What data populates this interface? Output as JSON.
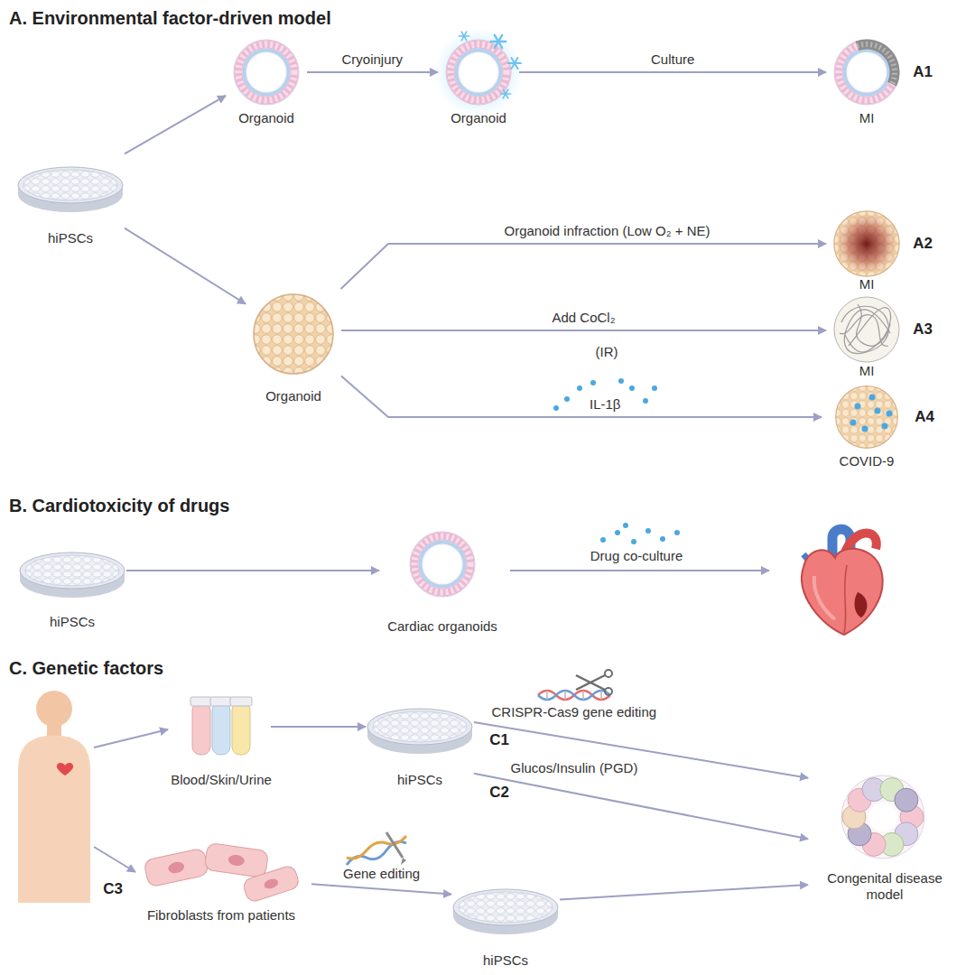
{
  "diagram": {
    "nodes": [
      {
        "text": [
          "hiPSCs"
        ]
      },
      {
        "text": [
          "Organoid"
        ]
      },
      {
        "text": [
          "Organoid"
        ]
      },
      {
        "text": [
          "MI"
        ]
      },
      {
        "text": [
          "Organoid"
        ]
      },
      {
        "text": [
          "MI"
        ]
      },
      {
        "text": [
          "MI"
        ]
      },
      {
        "text": [
          "COVID-9"
        ]
      },
      {
        "text": [
          "hiPSCs"
        ]
      },
      {
        "text": [
          "Cardiac organoids"
        ]
      },
      {
        "text": [
          "Blood/Skin/Urine"
        ]
      },
      {
        "text": [
          "hiPSCs"
        ]
      },
      {
        "text": [
          "Congenital disease model"
        ]
      },
      {
        "text": [
          "Fibroblasts from patients"
        ]
      },
      {
        "text": [
          "hiPSCs"
        ]
      }
    ],
    "edges": [
      {
        "from": 0,
        "to": 1,
        "arrow": "to"
      },
      {
        "from": 0,
        "to": 4,
        "arrow": "to"
      },
      {
        "from": 1,
        "to": 2,
        "label": "Cryoinjury",
        "arrow": "to"
      },
      {
        "from": 2,
        "to": 3,
        "label": "Culture",
        "arrow": "to"
      },
      {
        "from": 4,
        "to": 5,
        "label": "Organoid infraction (Low O₂ + NE)",
        "arrow": "to"
      },
      {
        "from": 4,
        "to": 6,
        "label": "Add CoCl₂",
        "arrow": "to"
      },
      {
        "from": 4,
        "to": 7,
        "label": "IL-1β",
        "arrow": "to"
      },
      {
        "from": 8,
        "to": 9,
        "arrow": "to"
      },
      {
        "from": 10,
        "to": 11,
        "arrow": "to"
      },
      {
        "from": 11,
        "to": 12,
        "label": "CRISPR-Cas9 gene editing",
        "arrow": "to"
      },
      {
        "from": 11,
        "to": 12,
        "label": "Glucos/Insulin (PGD)",
        "arrow": "to"
      },
      {
        "from": 13,
        "to": 14,
        "label": "Gene editing",
        "arrow": "to"
      },
      {
        "from": 14,
        "to": 12,
        "arrow": "to"
      }
    ],
    "labels": [
      "A. Environmental factor-driven model",
      "A1",
      "A2",
      "A3",
      "(IR)",
      "A4",
      "B. Cardiotoxicity of drugs",
      "Drug co-culture",
      "C. Genetic factors",
      "C1",
      "C2",
      "C3"
    ]
  }
}
